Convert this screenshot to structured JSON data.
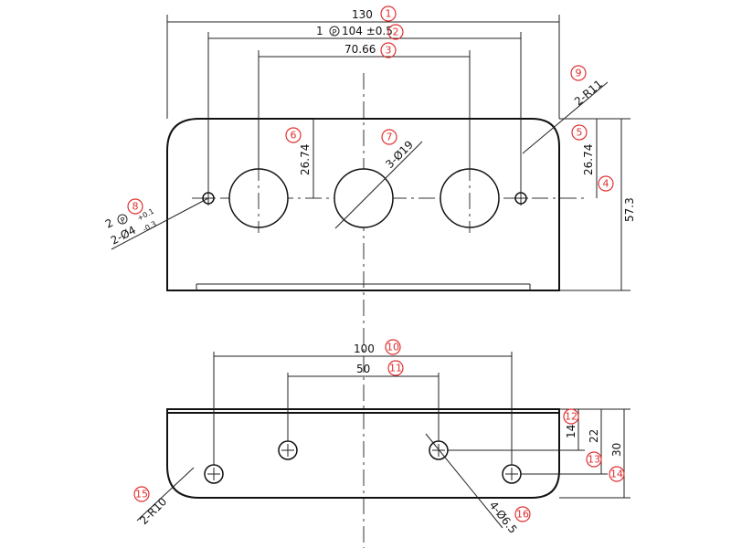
{
  "accent_color": "#e03030",
  "top_view": {
    "dims": {
      "overall_width": "130",
      "hole_spacing_prefix": "1",
      "hole_spacing": "104 ±0.5",
      "outer_hole_spacing": "70.66",
      "height_left": "26.74",
      "height_right": "26.74",
      "overall_height": "57.3",
      "corner_radius": "2-R11",
      "large_holes": "3-Ø19",
      "small_holes_prefix": "2",
      "small_holes": "2-Ø4",
      "small_holes_tol_upper": "+0.1",
      "small_holes_tol_lower": "-0.3"
    }
  },
  "bottom_view": {
    "dims": {
      "hole_pitch_wide": "100",
      "hole_pitch_narrow": "50",
      "offset_14": "14",
      "offset_22": "22",
      "height_30": "30",
      "corner_radius": "2-R10",
      "holes": "4-Ø6.5"
    }
  },
  "callouts": [
    "1",
    "2",
    "3",
    "4",
    "5",
    "6",
    "7",
    "8",
    "9",
    "10",
    "11",
    "12",
    "13",
    "14",
    "15",
    "16"
  ]
}
